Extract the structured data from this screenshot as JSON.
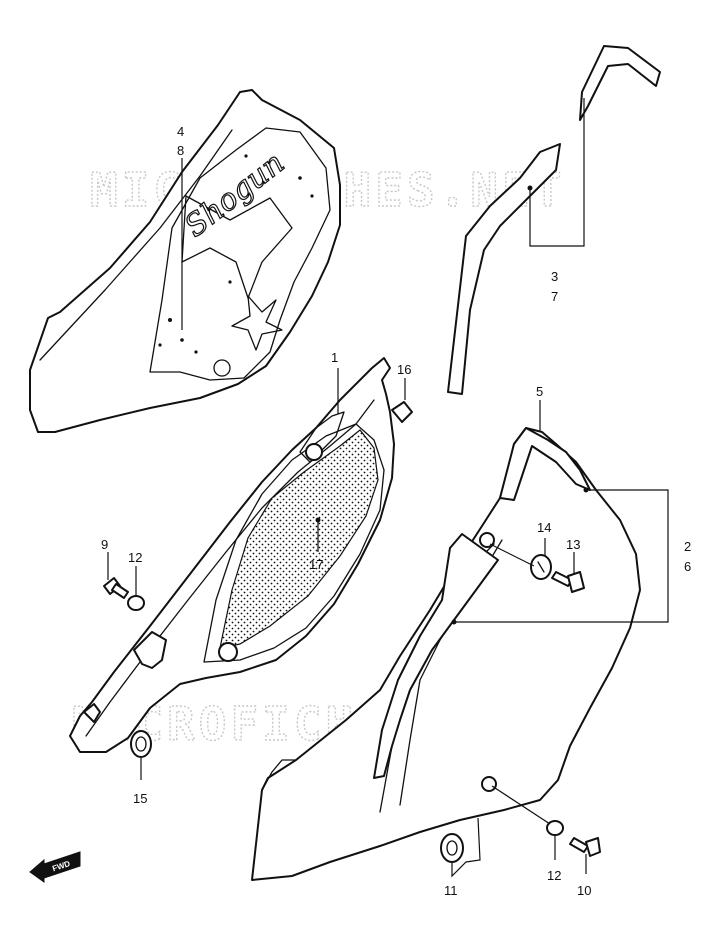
{
  "watermark": "MICROFICHES.NET",
  "fwd_label": "FWD",
  "decal_script": "Shogun",
  "callouts": [
    {
      "id": "c4",
      "label": "4"
    },
    {
      "id": "c8",
      "label": "8"
    },
    {
      "id": "c3",
      "label": "3"
    },
    {
      "id": "c7",
      "label": "7"
    },
    {
      "id": "c1",
      "label": "1"
    },
    {
      "id": "c16",
      "label": "16"
    },
    {
      "id": "c5",
      "label": "5"
    },
    {
      "id": "c2",
      "label": "2"
    },
    {
      "id": "c6",
      "label": "6"
    },
    {
      "id": "c14",
      "label": "14"
    },
    {
      "id": "c13",
      "label": "13"
    },
    {
      "id": "c17",
      "label": "17"
    },
    {
      "id": "c9",
      "label": "9"
    },
    {
      "id": "c12a",
      "label": "12"
    },
    {
      "id": "c15",
      "label": "15"
    },
    {
      "id": "c11",
      "label": "11"
    },
    {
      "id": "c12b",
      "label": "12"
    },
    {
      "id": "c10",
      "label": "10"
    }
  ]
}
